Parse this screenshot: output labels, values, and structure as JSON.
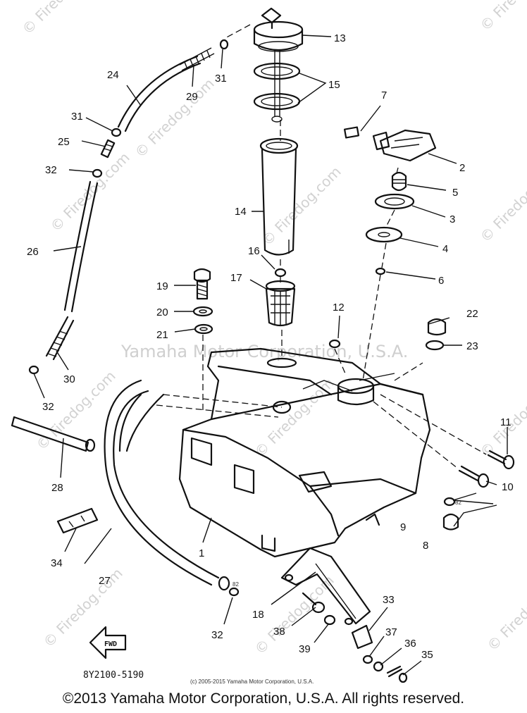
{
  "watermarks": {
    "firedog": "© Firedog.com",
    "center": "Yamaha Motor Corporation, U.S.A."
  },
  "diagram_code": "8Y2100-5190",
  "fwd_label": "FWD",
  "small_copyright": "(c) 2005-2015 Yamaha Motor Corporation, U.S.A.",
  "copyright": "©2013 Yamaha Motor Corporation, U.S.A. All rights reserved.",
  "callouts": [
    {
      "id": "callout-1",
      "label": "1"
    },
    {
      "id": "callout-2",
      "label": "2"
    },
    {
      "id": "callout-3",
      "label": "3"
    },
    {
      "id": "callout-4",
      "label": "4"
    },
    {
      "id": "callout-5",
      "label": "5"
    },
    {
      "id": "callout-6",
      "label": "6"
    },
    {
      "id": "callout-7",
      "label": "7"
    },
    {
      "id": "callout-8",
      "label": "8"
    },
    {
      "id": "callout-9",
      "label": "9"
    },
    {
      "id": "callout-10",
      "label": "10"
    },
    {
      "id": "callout-11",
      "label": "11"
    },
    {
      "id": "callout-12",
      "label": "12"
    },
    {
      "id": "callout-13",
      "label": "13"
    },
    {
      "id": "callout-14",
      "label": "14"
    },
    {
      "id": "callout-15",
      "label": "15"
    },
    {
      "id": "callout-16",
      "label": "16"
    },
    {
      "id": "callout-17",
      "label": "17"
    },
    {
      "id": "callout-18",
      "label": "18"
    },
    {
      "id": "callout-19",
      "label": "19"
    },
    {
      "id": "callout-20",
      "label": "20"
    },
    {
      "id": "callout-21",
      "label": "21"
    },
    {
      "id": "callout-22",
      "label": "22"
    },
    {
      "id": "callout-23",
      "label": "23"
    },
    {
      "id": "callout-24",
      "label": "24"
    },
    {
      "id": "callout-25",
      "label": "25"
    },
    {
      "id": "callout-26",
      "label": "26"
    },
    {
      "id": "callout-27",
      "label": "27"
    },
    {
      "id": "callout-28",
      "label": "28"
    },
    {
      "id": "callout-29",
      "label": "29"
    },
    {
      "id": "callout-30",
      "label": "30"
    },
    {
      "id": "callout-31a",
      "label": "31"
    },
    {
      "id": "callout-31b",
      "label": "31"
    },
    {
      "id": "callout-32a",
      "label": "32"
    },
    {
      "id": "callout-32b",
      "label": "32"
    },
    {
      "id": "callout-32c",
      "label": "32"
    },
    {
      "id": "callout-33",
      "label": "33"
    },
    {
      "id": "callout-34",
      "label": "34"
    },
    {
      "id": "callout-35",
      "label": "35"
    },
    {
      "id": "callout-36",
      "label": "36"
    },
    {
      "id": "callout-37",
      "label": "37"
    },
    {
      "id": "callout-38",
      "label": "38"
    },
    {
      "id": "callout-39",
      "label": "39"
    }
  ]
}
